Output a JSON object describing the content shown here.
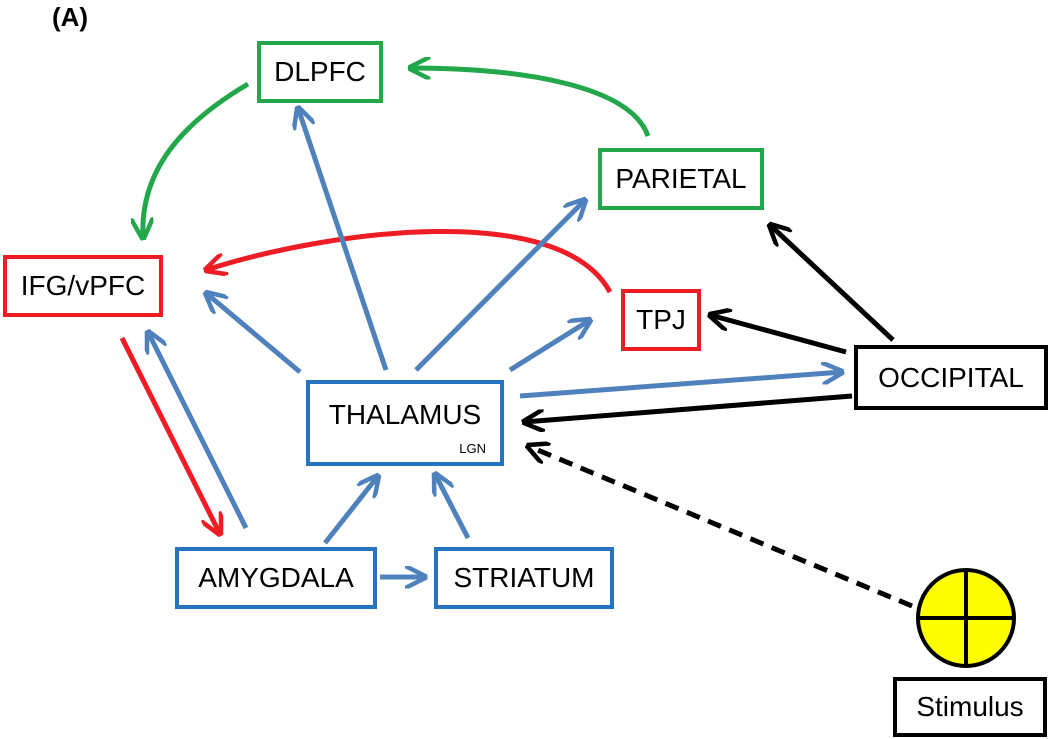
{
  "panel_label": "(A)",
  "colors": {
    "green": "#22a84a",
    "red": "#ee1c24",
    "blue": "#4f81bd",
    "black": "#000000",
    "stimulus_fill": "#ffff00"
  },
  "nodes": {
    "dlpfc": "DLPFC",
    "parietal": "PARIETAL",
    "ifg_vpfc": "IFG/vPFC",
    "tpj": "TPJ",
    "occipital": "OCCIPITAL",
    "thalamus": "THALAMUS",
    "thalamus_sub": "LGN",
    "amygdala": "AMYGDALA",
    "striatum": "STRIATUM",
    "stimulus": "Stimulus"
  },
  "connections": [
    {
      "from": "PARIETAL",
      "to": "DLPFC",
      "color": "green"
    },
    {
      "from": "DLPFC",
      "to": "IFG/vPFC",
      "color": "green"
    },
    {
      "from": "TPJ",
      "to": "IFG/vPFC",
      "color": "red"
    },
    {
      "from": "IFG/vPFC",
      "to": "AMYGDALA",
      "color": "red"
    },
    {
      "from": "AMYGDALA",
      "to": "IFG/vPFC",
      "color": "blue"
    },
    {
      "from": "THALAMUS",
      "to": "IFG/vPFC",
      "color": "blue"
    },
    {
      "from": "THALAMUS",
      "to": "DLPFC",
      "color": "blue"
    },
    {
      "from": "THALAMUS",
      "to": "PARIETAL",
      "color": "blue"
    },
    {
      "from": "THALAMUS",
      "to": "TPJ",
      "color": "blue"
    },
    {
      "from": "THALAMUS",
      "to": "OCCIPITAL",
      "color": "blue"
    },
    {
      "from": "OCCIPITAL",
      "to": "THALAMUS",
      "color": "black"
    },
    {
      "from": "OCCIPITAL",
      "to": "TPJ",
      "color": "black"
    },
    {
      "from": "OCCIPITAL",
      "to": "PARIETAL",
      "color": "black"
    },
    {
      "from": "AMYGDALA",
      "to": "THALAMUS",
      "color": "blue"
    },
    {
      "from": "STRIATUM",
      "to": "THALAMUS",
      "color": "blue"
    },
    {
      "from": "AMYGDALA",
      "to": "STRIATUM",
      "color": "blue"
    },
    {
      "from": "Stimulus",
      "to": "THALAMUS",
      "color": "black",
      "style": "dashed"
    }
  ]
}
